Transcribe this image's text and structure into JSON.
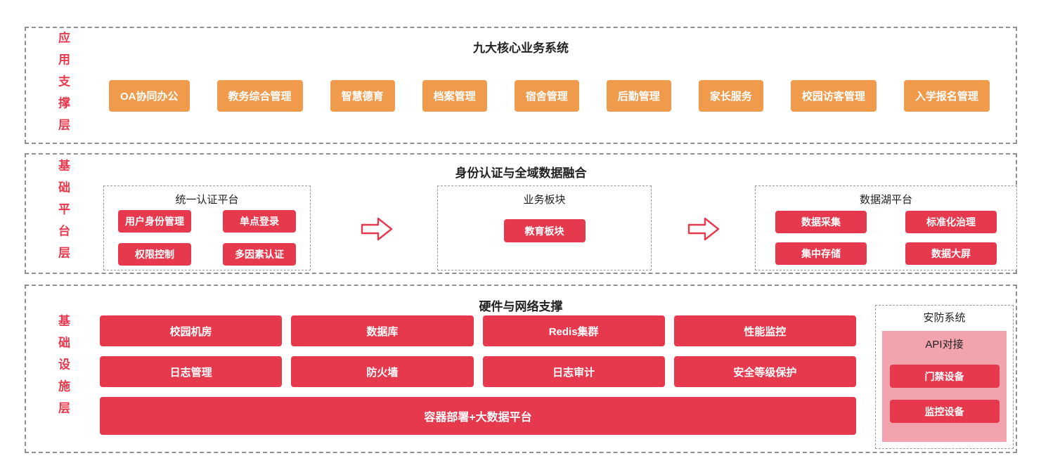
{
  "colors": {
    "red": "#e7394d",
    "orange": "#f09a4b",
    "pink": "#f2a3ae"
  },
  "app_layer": {
    "label": "应用支撑层",
    "title": "九大核心业务系统",
    "items": [
      "OA协同办公",
      "教务综合管理",
      "智慧德育",
      "档案管理",
      "宿舍管理",
      "后勤管理",
      "家长服务",
      "校园访客管理",
      "入学报名管理"
    ]
  },
  "platform_layer": {
    "label": "基础平台层",
    "title": "身份认证与全域数据融合",
    "auth": {
      "title": "统一认证平台",
      "items": [
        "用户身份管理",
        "单点登录",
        "权限控制",
        "多因素认证"
      ]
    },
    "business": {
      "title": "业务板块",
      "button": "教育板块"
    },
    "datalake": {
      "title": "数据湖平台",
      "items": [
        "数据采集",
        "标准化治理",
        "集中存储",
        "数据大屏"
      ]
    }
  },
  "infra_layer": {
    "label": "基础设施层",
    "title": "硬件与网络支撑",
    "row1": [
      "校园机房",
      "数据库",
      "Redis集群",
      "性能监控"
    ],
    "row2": [
      "日志管理",
      "防火墙",
      "日志审计",
      "安全等级保护"
    ],
    "wide": "容器部署+大数据平台",
    "security": {
      "title": "安防系统",
      "subtitle": "API对接",
      "items": [
        "门禁设备",
        "监控设备"
      ]
    }
  }
}
